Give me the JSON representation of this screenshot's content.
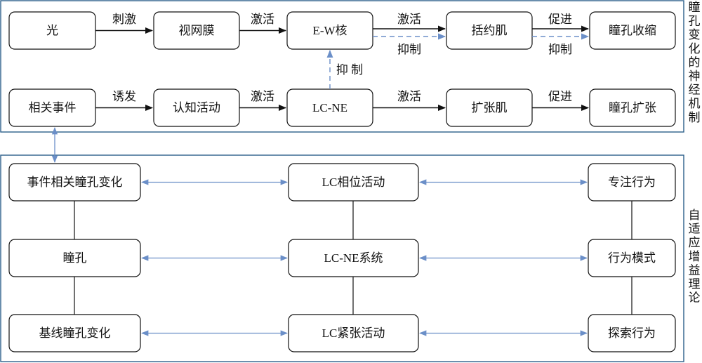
{
  "top_section": {
    "side_label": "瞳孔变化的神经机制",
    "nodes": {
      "light": "光",
      "retina": "视网膜",
      "ew": "E-W核",
      "sphincter": "括约肌",
      "constrict": "瞳孔收缩",
      "event": "相关事件",
      "cognition": "认知活动",
      "lcne": "LC-NE",
      "dilator": "扩张肌",
      "dilate": "瞳孔扩张"
    },
    "edges": {
      "light_retina": "刺激",
      "retina_ew": "激活",
      "ew_sphincter_activate": "激活",
      "ew_sphincter_inhibit": "抑制",
      "sphincter_constrict": "促进",
      "inhibit_constrict": "抑制",
      "lcne_ew": "抑 制",
      "event_cognition": "诱发",
      "cognition_lcne": "激活",
      "lcne_dilator": "激活",
      "dilator_dilate": "促进"
    }
  },
  "bottom_section": {
    "side_label": "自适应增益理论",
    "nodes": {
      "event_pupil": "事件相关瞳孔变化",
      "lc_phasic": "LC相位活动",
      "focus": "专注行为",
      "pupil": "瞳孔",
      "lcne_system": "LC-NE系统",
      "behavior_mode": "行为模式",
      "baseline_pupil": "基线瞳孔变化",
      "lc_tonic": "LC紧张活动",
      "explore": "探索行为"
    }
  },
  "colors": {
    "frame": "#2c5f8a",
    "dashed_arrow": "#6b8fc8",
    "bidir_arrow": "#6b8fc8",
    "solid_arrow": "#111111"
  }
}
